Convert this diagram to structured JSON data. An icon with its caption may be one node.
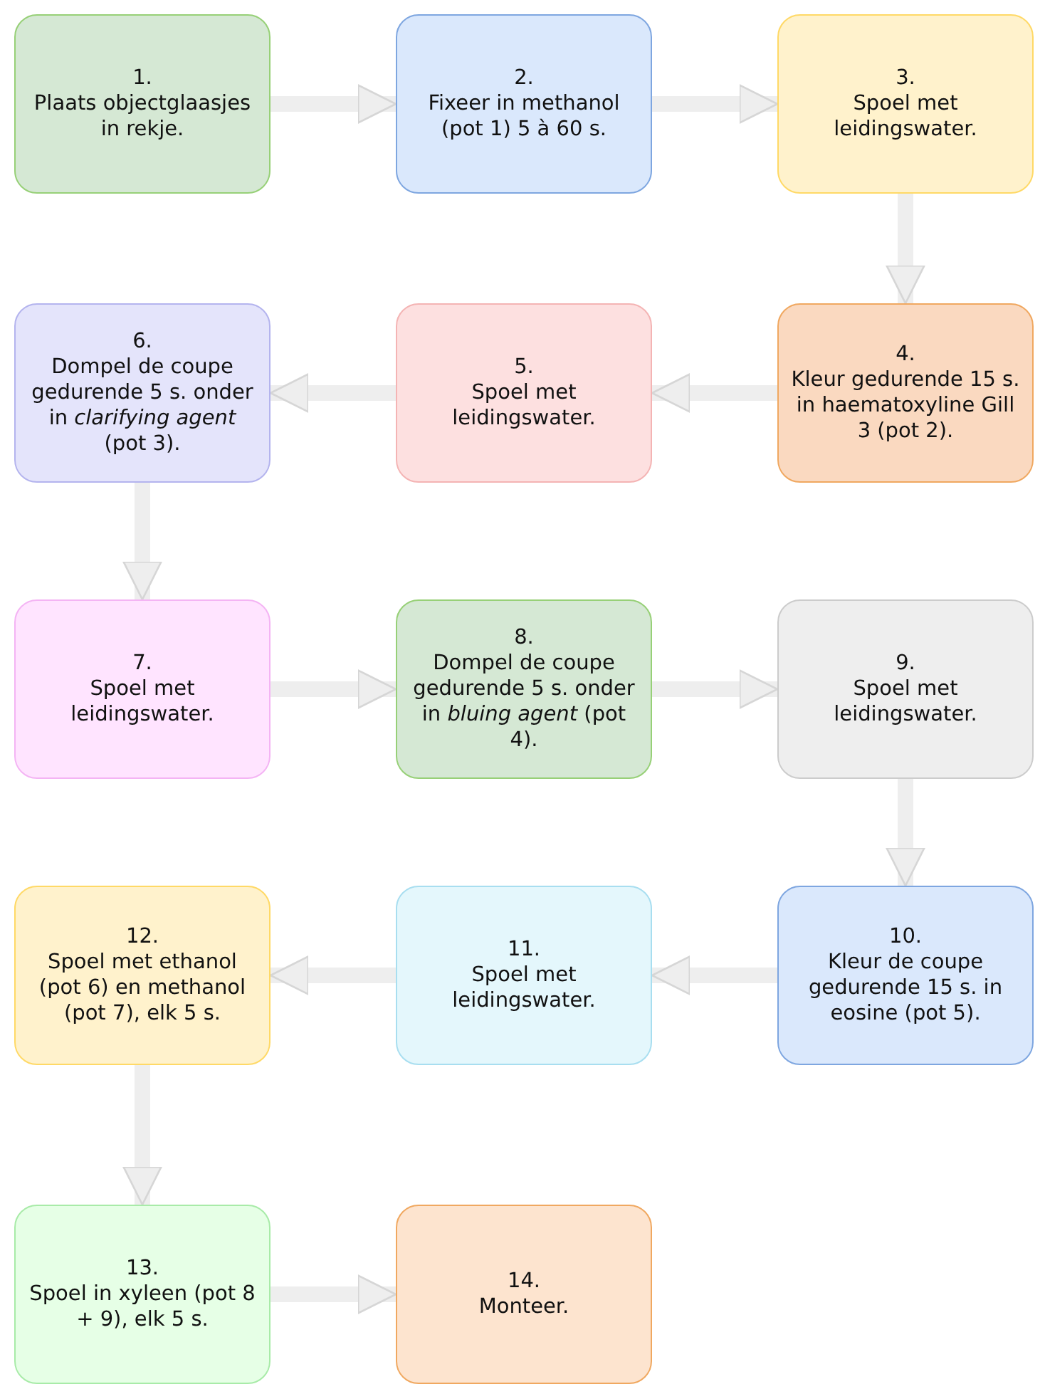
{
  "diagram": {
    "nodes": [
      {
        "text": [
          "1.",
          "Plaats objectglaasjes in rekje."
        ]
      },
      {
        "text": [
          "2.",
          "Fixeer in methanol (pot 1) 5 à 60 s."
        ]
      },
      {
        "text": [
          "3.",
          "Spoel met leidingswater."
        ]
      },
      {
        "text": [
          "4.",
          "Kleur gedurende 15 s. in haematoxyline Gill 3 (pot 2)."
        ]
      },
      {
        "text": [
          "5.",
          "Spoel met leidingswater."
        ]
      },
      {
        "text": [
          "6.",
          "Dompel de coupe gedurende 5 s. onder in *clarifying agent* (pot 3)."
        ]
      },
      {
        "text": [
          "7.",
          "Spoel met leidingswater."
        ]
      },
      {
        "text": [
          "8.",
          "Dompel de coupe gedurende 5 s. onder in *bluing agent* (pot 4)."
        ]
      },
      {
        "text": [
          "9.",
          "Spoel met leidingswater."
        ]
      },
      {
        "text": [
          "10.",
          "Kleur de coupe gedurende 15 s. in eosine (pot 5)."
        ]
      },
      {
        "text": [
          "11.",
          "Spoel met leidingswater."
        ]
      },
      {
        "text": [
          "12.",
          "Spoel met ethanol (pot 6) en methanol (pot 7), elk 5 s."
        ]
      },
      {
        "text": [
          "13.",
          "Spoel in xyleen (pot 8 + 9), elk 5 s."
        ]
      },
      {
        "text": [
          "14.",
          "Monteer."
        ]
      }
    ],
    "edges": [
      {
        "from": 0,
        "to": 1,
        "arrow": "to"
      },
      {
        "from": 1,
        "to": 2,
        "arrow": "to"
      },
      {
        "from": 2,
        "to": 3,
        "arrow": "to"
      },
      {
        "from": 3,
        "to": 4,
        "arrow": "to"
      },
      {
        "from": 4,
        "to": 5,
        "arrow": "to"
      },
      {
        "from": 5,
        "to": 6,
        "arrow": "to"
      },
      {
        "from": 6,
        "to": 7,
        "arrow": "to"
      },
      {
        "from": 7,
        "to": 8,
        "arrow": "to"
      },
      {
        "from": 8,
        "to": 9,
        "arrow": "to"
      },
      {
        "from": 9,
        "to": 10,
        "arrow": "to"
      },
      {
        "from": 10,
        "to": 11,
        "arrow": "to"
      },
      {
        "from": 11,
        "to": 12,
        "arrow": "to"
      },
      {
        "from": 12,
        "to": 13,
        "arrow": "to"
      }
    ]
  }
}
